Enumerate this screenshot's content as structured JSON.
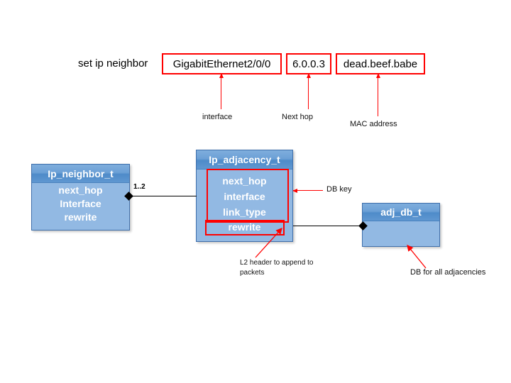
{
  "command": {
    "label": "set ip neighbor",
    "args": [
      {
        "value": "GigabitEthernet2/0/0",
        "annotation": "interface"
      },
      {
        "value": "6.0.0.3",
        "annotation": "Next hop"
      },
      {
        "value": "dead.beef.babe",
        "annotation": "MAC address"
      }
    ]
  },
  "classes": [
    {
      "id": "ip_neighbor_t",
      "title": "Ip_neighbor_t",
      "fields": [
        "next_hop",
        "Interface",
        "rewrite"
      ]
    },
    {
      "id": "ip_adjacency_t",
      "title": "Ip_adjacency_t",
      "fields": [
        "next_hop",
        "interface",
        "link_type",
        "rewrite"
      ]
    },
    {
      "id": "adj_db_t",
      "title": "adj_db_t",
      "fields": []
    }
  ],
  "associations": [
    {
      "from": "ip_neighbor_t",
      "to": "ip_adjacency_t",
      "multiplicity": "1..2"
    },
    {
      "from": "ip_adjacency_t",
      "to": "adj_db_t",
      "multiplicity": ""
    }
  ],
  "callouts": [
    {
      "id": "db-key",
      "text": "DB key"
    },
    {
      "id": "l2-header",
      "text": "L2 header to append to\npackets"
    },
    {
      "id": "db-all-adj",
      "text": "DB for all adjacencies"
    }
  ],
  "colors": {
    "accent_red": "#ff0000",
    "box_header": "#4e8bc9",
    "box_body": "#92b9e3",
    "box_border": "#3f6fab",
    "line": "#000000",
    "text": "#000000"
  }
}
